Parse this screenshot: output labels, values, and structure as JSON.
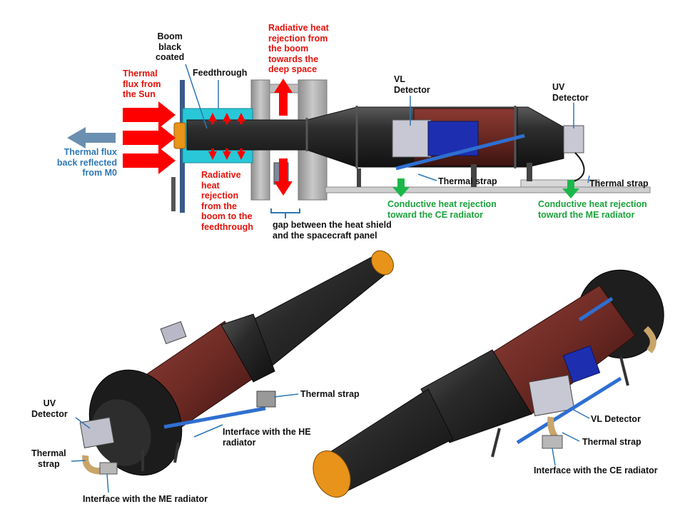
{
  "colors": {
    "red_label": "#e3120b",
    "green_label": "#1aa33b",
    "blue_label": "#2e77b5",
    "black_label": "#111111",
    "boom_body": "#2b2b2b",
    "maroon_section": "#6e2a24",
    "detector_blue": "#1d2fb0",
    "feedthrough_cyan": "#28c8d8",
    "orange_flange": "#e8931a",
    "thermal_strap_blue": "#2f6fd0",
    "heat_arrow_red": "#ff0000",
    "heat_arrow_green": "#1cb84a",
    "reflected_arrow": "#6b8fb0"
  },
  "top_diagram": {
    "thermal_flux_sun": "Thermal\nflux from\nthe Sun",
    "boom_black_coated": "Boom\nblack\ncoated",
    "feedthrough": "Feedthrough",
    "radiative_deep_space": "Radiative heat\nrejection from\nthe boom\ntowards the\ndeep space",
    "vl_detector": "VL\nDetector",
    "uv_detector": "UV\nDetector",
    "thermal_flux_reflected": "Thermal flux\nback reflected\nfrom M0",
    "radiative_feedthrough": "Radiative\nheat\nrejection\nfrom the\nboom to the\nfeedthrough",
    "thermal_strap_center": "Thermal strap",
    "thermal_strap_right": "Thermal strap",
    "conductive_ce": "Conductive  heat rejection\ntoward the CE radiator",
    "conductive_me": "Conductive heat rejection\ntoward the ME radiator",
    "gap_label": "gap between the heat shield\nand the spacecraft panel"
  },
  "bottom_left": {
    "uv_detector": "UV\nDetector",
    "thermal_strap_left": "Thermal\nstrap",
    "interface_me": "Interface with the ME radiator",
    "thermal_strap_right": "Thermal strap",
    "interface_he": "Interface with the HE\nradiator"
  },
  "bottom_right": {
    "vl_detector": "VL Detector",
    "thermal_strap": "Thermal strap",
    "interface_ce": "Interface with the CE radiator"
  }
}
